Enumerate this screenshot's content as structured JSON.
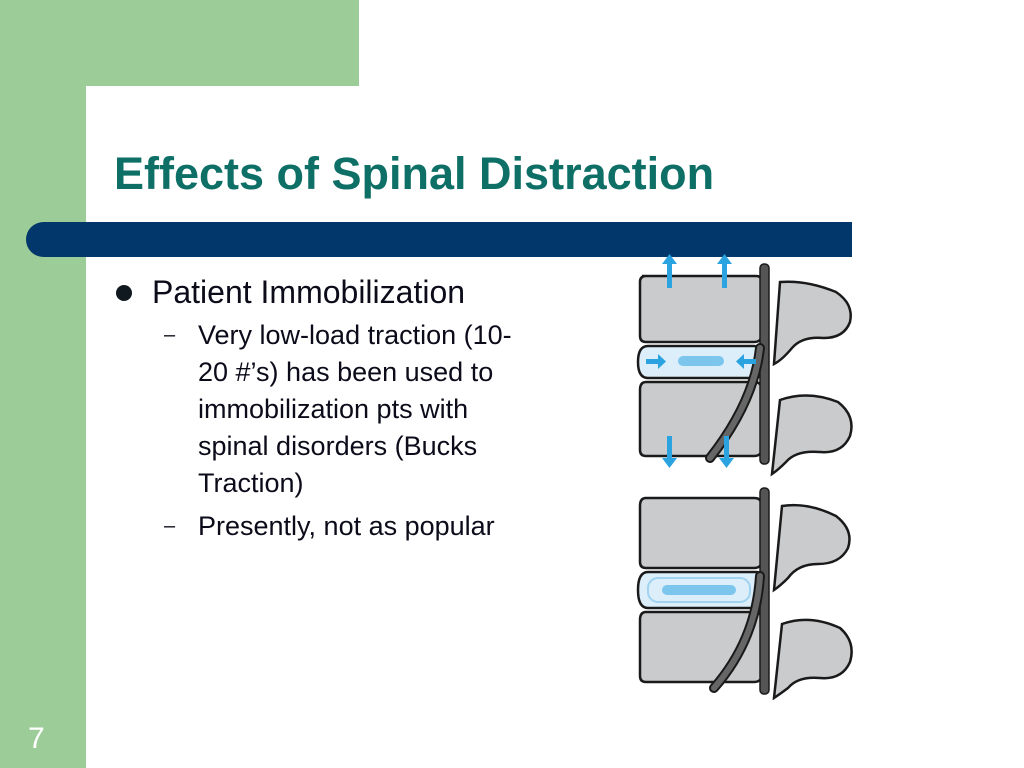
{
  "slide": {
    "title": "Effects of Spinal Distraction",
    "page_number": "7",
    "bullets": [
      {
        "text": "Patient Immobilization",
        "sub": [
          "Very low-load traction (10-20 #’s) has been used to immobilization pts with spinal disorders (Bucks Traction)",
          "Presently, not as popular"
        ]
      }
    ]
  },
  "colors": {
    "accent_green": "#9ccd98",
    "title_teal": "#0e6f66",
    "bar_navy": "#01376a",
    "arrow_blue": "#2aa3e0",
    "disc_light_blue": "#dbeef9"
  },
  "illustration": {
    "icon": "spine-distraction-illustration"
  }
}
